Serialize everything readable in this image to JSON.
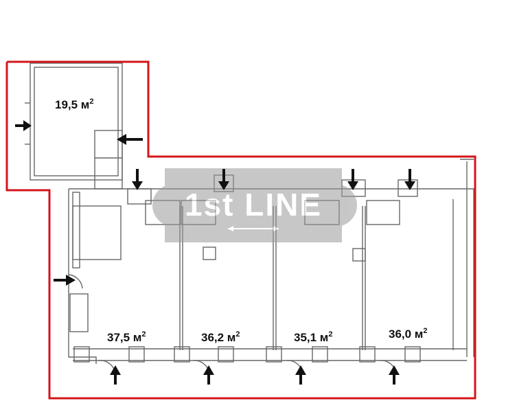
{
  "plan": {
    "rooms": [
      {
        "id": "room-1",
        "area": "19,5 м",
        "unit_exp": "2"
      },
      {
        "id": "room-2",
        "area": "37,5 м",
        "unit_exp": "2"
      },
      {
        "id": "room-3",
        "area": "36,2 м",
        "unit_exp": "2"
      },
      {
        "id": "room-4",
        "area": "35,1 м",
        "unit_exp": "2"
      },
      {
        "id": "room-5",
        "area": "36,0 м",
        "unit_exp": "2"
      }
    ],
    "watermark": "1st LINE",
    "colors": {
      "outline": "#d4151b",
      "walls": "#555555",
      "arrow": "#111111",
      "watermark": "#9a9a9a"
    }
  }
}
